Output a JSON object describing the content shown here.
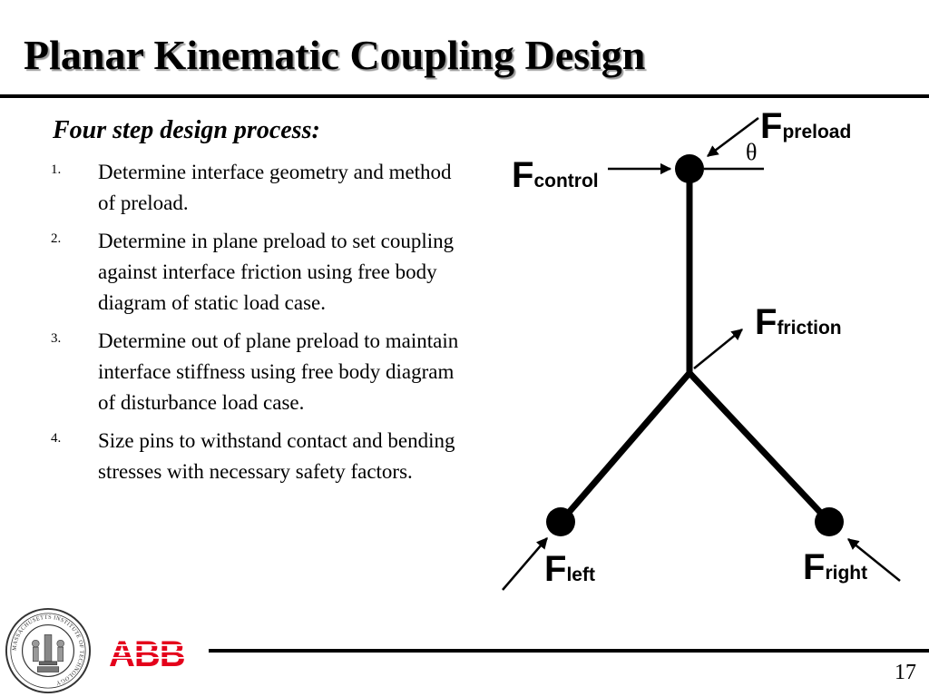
{
  "slide": {
    "title": "Planar Kinematic Coupling Design",
    "subheading": "Four step design process:",
    "steps": [
      {
        "number": "1.",
        "text": "Determine interface geometry and method of preload."
      },
      {
        "number": "2.",
        "text": "Determine in plane preload to set coupling against interface friction using free body diagram of static load case."
      },
      {
        "number": "3.",
        "text": "Determine out of plane preload to maintain interface stiffness using free body diagram of disturbance load case."
      },
      {
        "number": "4.",
        "text": "Size pins to withstand contact and bending stresses with necessary safety factors."
      }
    ],
    "page_number": "17"
  },
  "diagram": {
    "labels": {
      "preload": {
        "main": "F",
        "sub": "preload"
      },
      "control": {
        "main": "F",
        "sub": "control"
      },
      "friction": {
        "main": "F",
        "sub": "friction"
      },
      "left": {
        "main": "F",
        "sub": "left"
      },
      "right": {
        "main": "F",
        "sub": "right"
      },
      "angle": "θ"
    }
  },
  "footer": {
    "seal_text": "MASSACHUSETTS INSTITUTE OF TECHNOLOGY",
    "logo_text": "ABB",
    "logo_color": "#e4001b"
  }
}
